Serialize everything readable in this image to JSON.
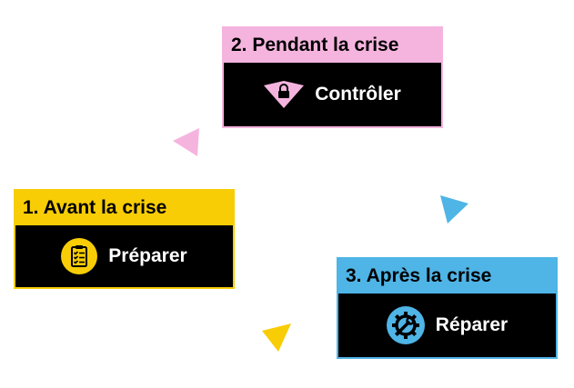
{
  "colors": {
    "before": "#f8cd06",
    "during": "#f5b4de",
    "after": "#4fb4e6",
    "body": "#000000"
  },
  "steps": {
    "before": {
      "title": "1. Avant la crise",
      "action": "Préparer",
      "icon": "clipboard-checklist-icon"
    },
    "during": {
      "title": "2. Pendant la crise",
      "action": "Contrôler",
      "icon": "lock-diamond-icon"
    },
    "after": {
      "title": "3. Après la crise",
      "action": "Réparer",
      "icon": "gear-wrench-icon"
    }
  },
  "arrows": [
    {
      "from": "before",
      "to": "during",
      "color": "#f5b4de"
    },
    {
      "from": "during",
      "to": "after",
      "color": "#4fb4e6"
    },
    {
      "from": "after",
      "to": "before",
      "color": "#f8cd06"
    }
  ]
}
